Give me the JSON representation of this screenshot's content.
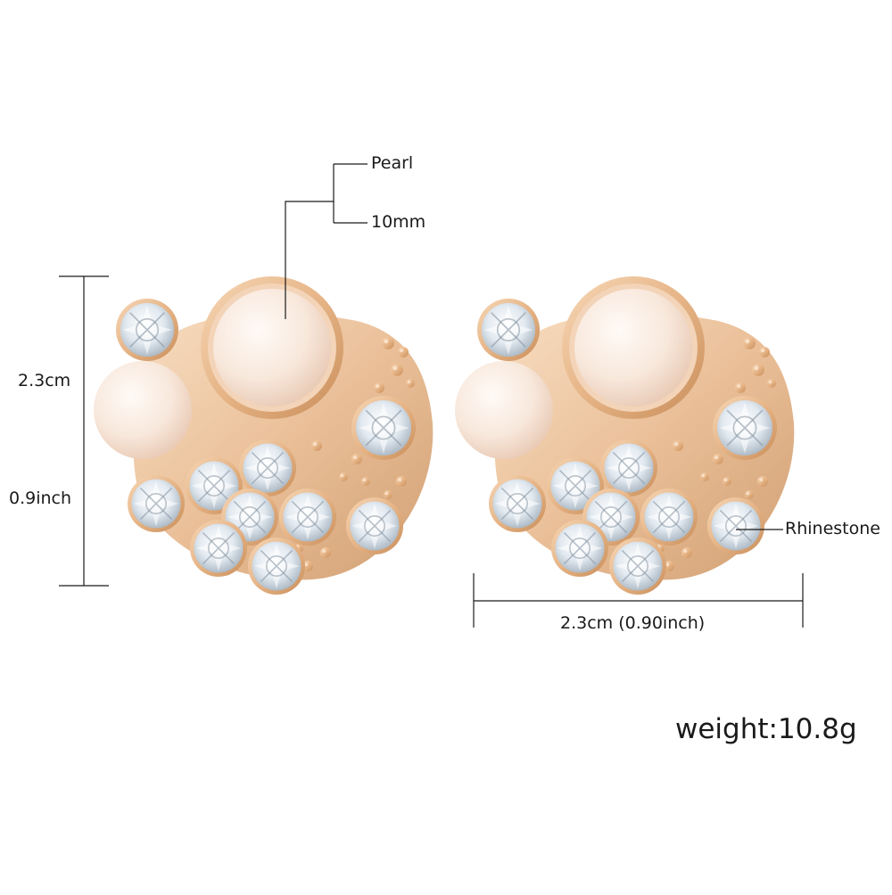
{
  "callouts": {
    "pearl": "Pearl",
    "pearl_size": "10mm",
    "height_cm": "2.3cm",
    "height_inch": "0.9inch",
    "rhinestone": "Rhinestone",
    "width": "2.3cm (0.90inch)",
    "weight": "weight:10.8g"
  },
  "colors": {
    "gold": "#e8b98c",
    "gold_dark": "#c9935e",
    "pearl": "#f7e6da",
    "crystal": "#dfe6ee",
    "line": "#1a1a1a"
  }
}
